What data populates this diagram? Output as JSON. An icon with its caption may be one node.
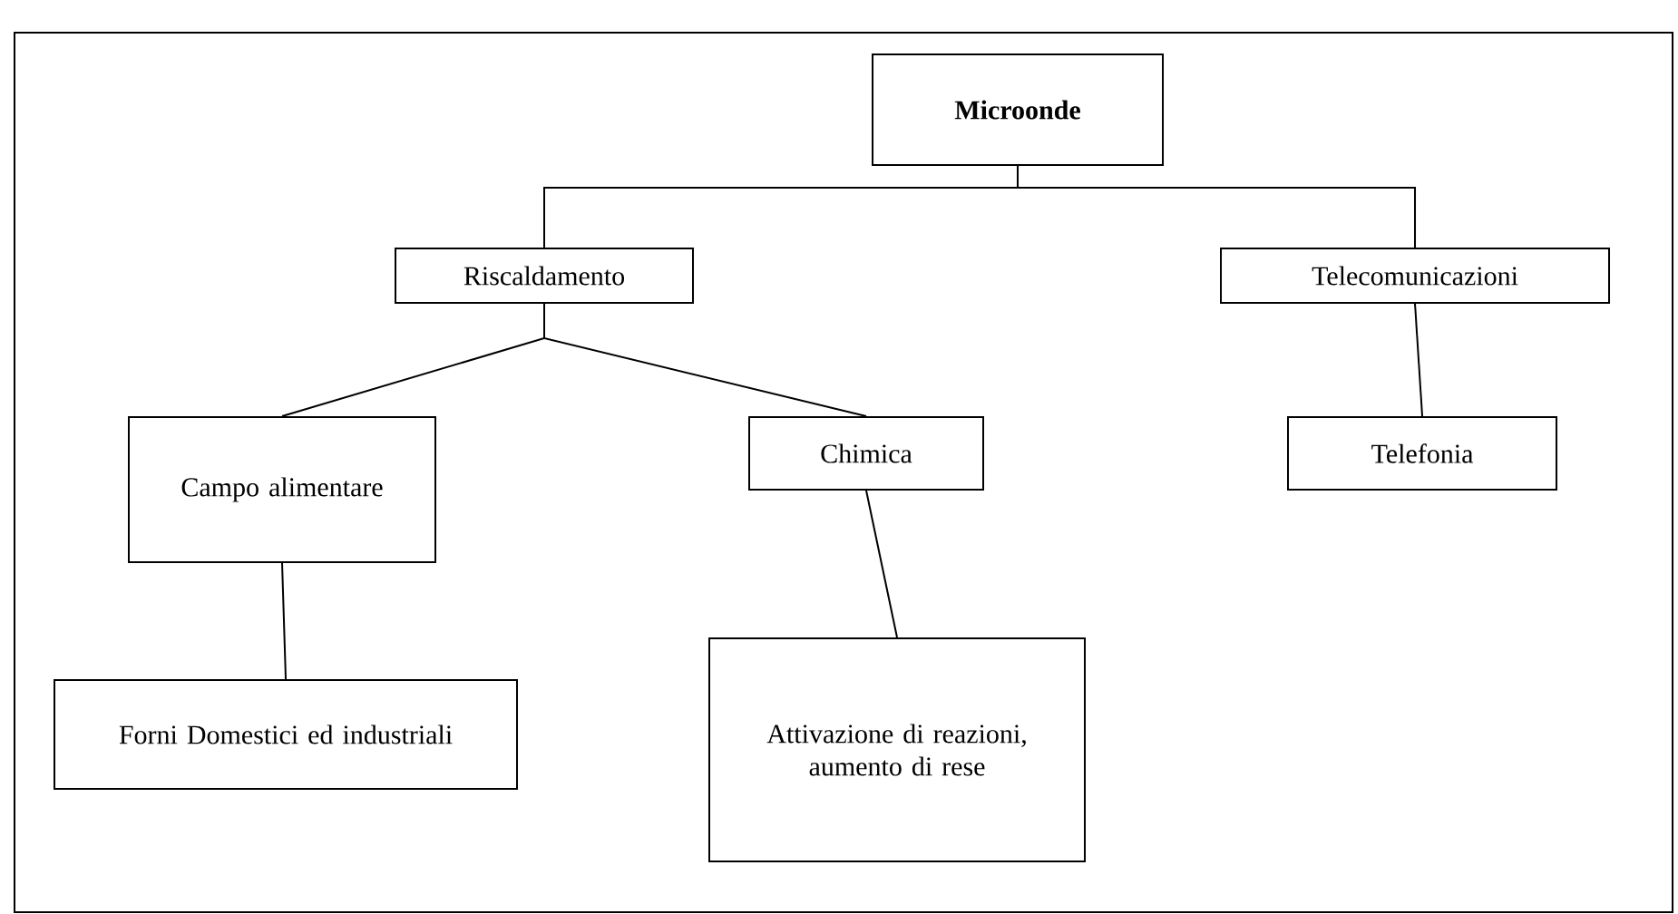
{
  "diagram": {
    "nodes": [
      {
        "text": [
          "Microonde"
        ]
      },
      {
        "text": [
          "Riscaldamento"
        ]
      },
      {
        "text": [
          "Telecomunicazioni"
        ]
      },
      {
        "text": [
          "Campo alimentare"
        ]
      },
      {
        "text": [
          "Chimica"
        ]
      },
      {
        "text": [
          "Telefonia"
        ]
      },
      {
        "text": [
          "Forni Domestici ed industriali"
        ]
      },
      {
        "text": [
          "Attivazione di reazioni, aumento di rese"
        ]
      }
    ],
    "edges": [
      {
        "from": 0,
        "to": 1,
        "arrow": "none"
      },
      {
        "from": 0,
        "to": 2,
        "arrow": "none"
      },
      {
        "from": 1,
        "to": 3,
        "arrow": "none"
      },
      {
        "from": 1,
        "to": 4,
        "arrow": "none"
      },
      {
        "from": 2,
        "to": 5,
        "arrow": "none"
      },
      {
        "from": 3,
        "to": 6,
        "arrow": "none"
      },
      {
        "from": 4,
        "to": 7,
        "arrow": "none"
      }
    ]
  }
}
